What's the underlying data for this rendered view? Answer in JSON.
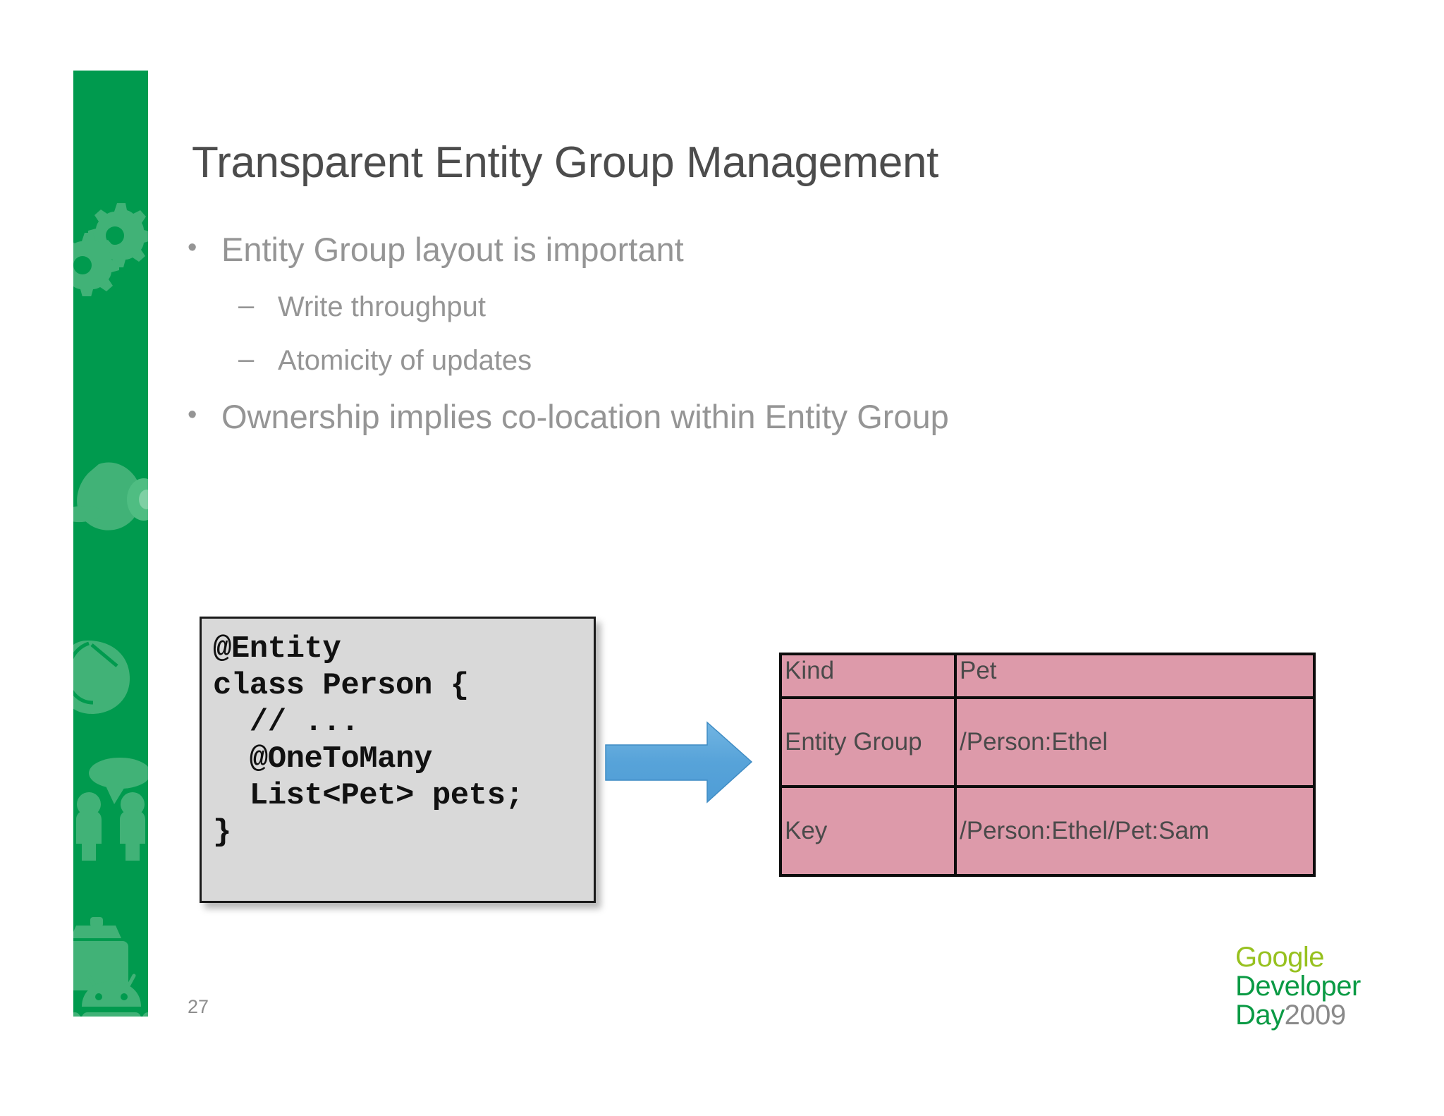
{
  "slide": {
    "title": "Transparent Entity Group Management",
    "page_number": "27",
    "accent_green": "#009a4e",
    "body_text_color": "#959595",
    "title_text_color": "#4c4c4c"
  },
  "bullets": [
    {
      "level": 1,
      "marker": "•",
      "text": "Entity Group layout is important"
    },
    {
      "level": 2,
      "marker": "–",
      "text": "Write throughput"
    },
    {
      "level": 2,
      "marker": "–",
      "text": "Atomicity of updates"
    },
    {
      "level": 1,
      "marker": "•",
      "text": "Ownership implies co-location within Entity Group"
    }
  ],
  "code_block": {
    "language": "java",
    "text": "@Entity\nclass Person {\n  // ...\n  @OneToMany\n  List<Pet> pets;\n}",
    "background": "#d9d9d9",
    "border_color": "#1a1a1a"
  },
  "arrow": {
    "direction": "right",
    "color": "#5ba8dd",
    "icon": "arrow-right-icon"
  },
  "table": {
    "fill_color": "#dd9aaa",
    "border_color": "#0d0d0d",
    "rows": [
      {
        "label": "Kind",
        "value": "Pet"
      },
      {
        "label": "Entity Group",
        "value": "/Person:Ethel"
      },
      {
        "label": "Key",
        "value": "/Person:Ethel/Pet:Sam"
      }
    ]
  },
  "logo": {
    "google": "Google",
    "developer": "Developer",
    "day": "Day",
    "year": "2009",
    "google_color": "#97c11f",
    "developer_color": "#0a9a44",
    "year_color": "#8a8a8a"
  },
  "sidebar": {
    "background": "#009a4e",
    "decorations": [
      {
        "icon": "gears-icon"
      },
      {
        "icon": "wrench-tool-icon"
      },
      {
        "icon": "computer-mouse-icon"
      },
      {
        "icon": "people-group-icon"
      },
      {
        "icon": "briefcase-icon"
      },
      {
        "icon": "android-robot-icon"
      }
    ]
  }
}
